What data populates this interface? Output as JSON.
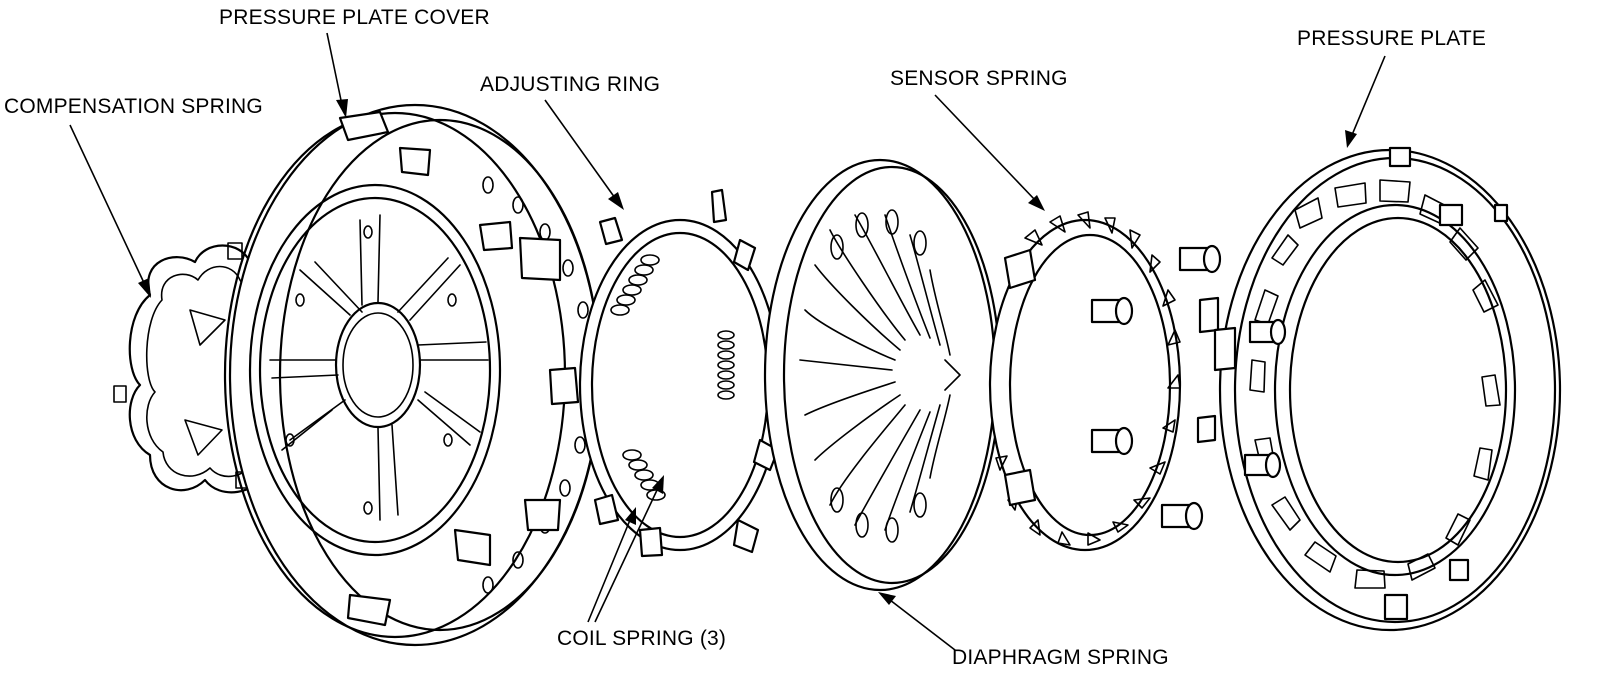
{
  "labels": {
    "pressure_plate_cover": "PRESSURE PLATE COVER",
    "compensation_spring": "COMPENSATION SPRING",
    "adjusting_ring": "ADJUSTING RING",
    "sensor_spring": "SENSOR SPRING",
    "pressure_plate": "PRESSURE PLATE",
    "coil_spring": "COIL SPRING (3)",
    "diaphragm_spring": "DIAPHRAGM SPRING"
  }
}
